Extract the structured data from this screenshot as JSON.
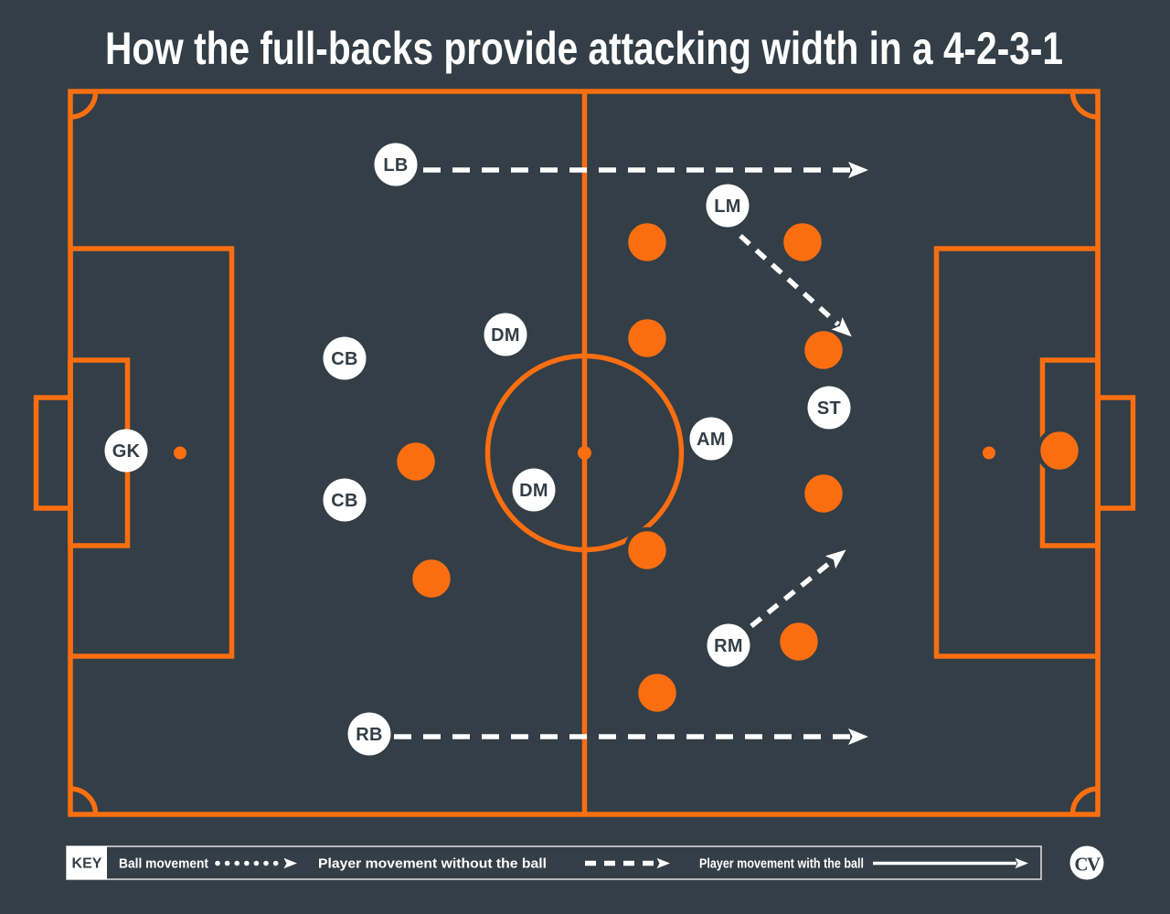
{
  "title": "How the full-backs provide attacking width in a 4-2-3-1",
  "colors": {
    "background": "#333E47",
    "pitch_line_orange": "#FA6E10",
    "player_dot_orange": "#FA6E10",
    "label_circle_white": "#FFFFFF",
    "label_text_dark": "#333E47",
    "arrow_white": "#FFFFFF"
  },
  "positions": {
    "gk": "GK",
    "cb_top": "CB",
    "cb_bottom": "CB",
    "dm_top": "DM",
    "dm_bottom": "DM",
    "lb": "LB",
    "rb": "RB",
    "am": "AM",
    "lm": "LM",
    "rm": "RM",
    "st": "ST"
  },
  "legend": {
    "key_label": "KEY",
    "items": [
      {
        "label": "Ball movement",
        "style": "dotted"
      },
      {
        "label": "Player movement without the ball",
        "style": "dashed"
      },
      {
        "label": "Player movement with the ball",
        "style": "solid"
      }
    ]
  },
  "logo": {
    "text": "CV"
  }
}
